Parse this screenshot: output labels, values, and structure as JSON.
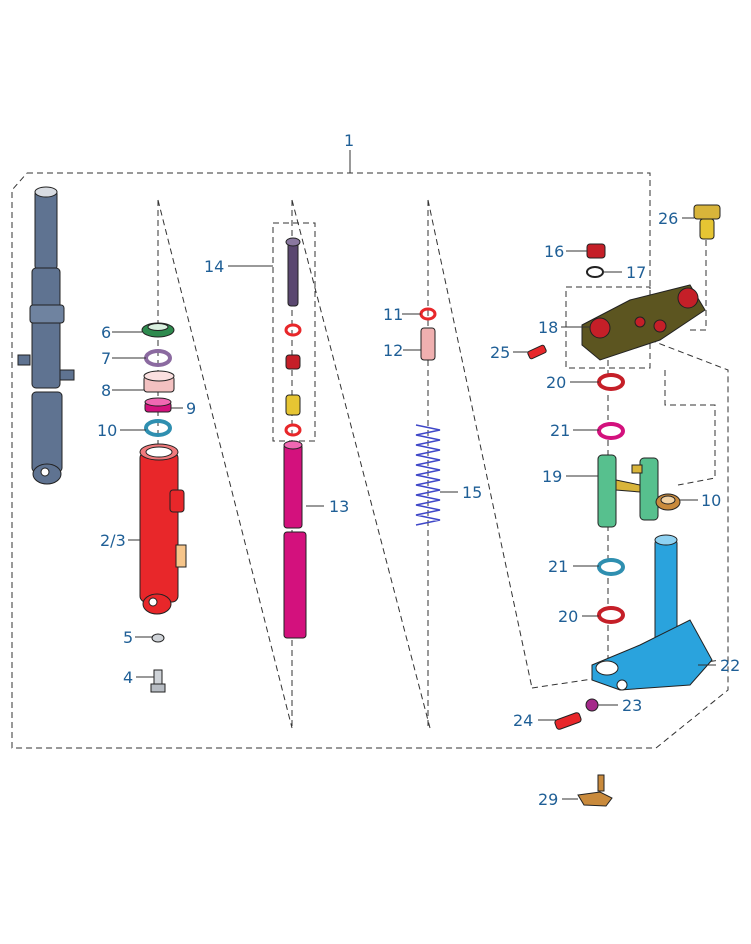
{
  "diagram": {
    "callouts": {
      "c1": "1",
      "c2_3": "2/3",
      "c4": "4",
      "c5": "5",
      "c6": "6",
      "c7": "7",
      "c8": "8",
      "c9": "9",
      "c10a": "10",
      "c10b": "10",
      "c11": "11",
      "c12": "12",
      "c13": "13",
      "c14": "14",
      "c15": "15",
      "c16": "16",
      "c17": "17",
      "c18": "18",
      "c19": "19",
      "c20a": "20",
      "c20b": "20",
      "c21a": "21",
      "c21b": "21",
      "c22": "22",
      "c23": "23",
      "c24": "24",
      "c25": "25",
      "c26": "26",
      "c29": "29"
    },
    "colors": {
      "outer_tube": "#5f7391",
      "slider": "#e8272a",
      "inner_tube": "#d3117d",
      "spring": "#3f47c8",
      "top_bridge": "#5c5520",
      "stem": "#2aa3dd",
      "handlebar_holder": "#57c08e",
      "gold": "#d8b43a",
      "bronze": "#c98a3c",
      "label": "#1f5f96"
    }
  }
}
